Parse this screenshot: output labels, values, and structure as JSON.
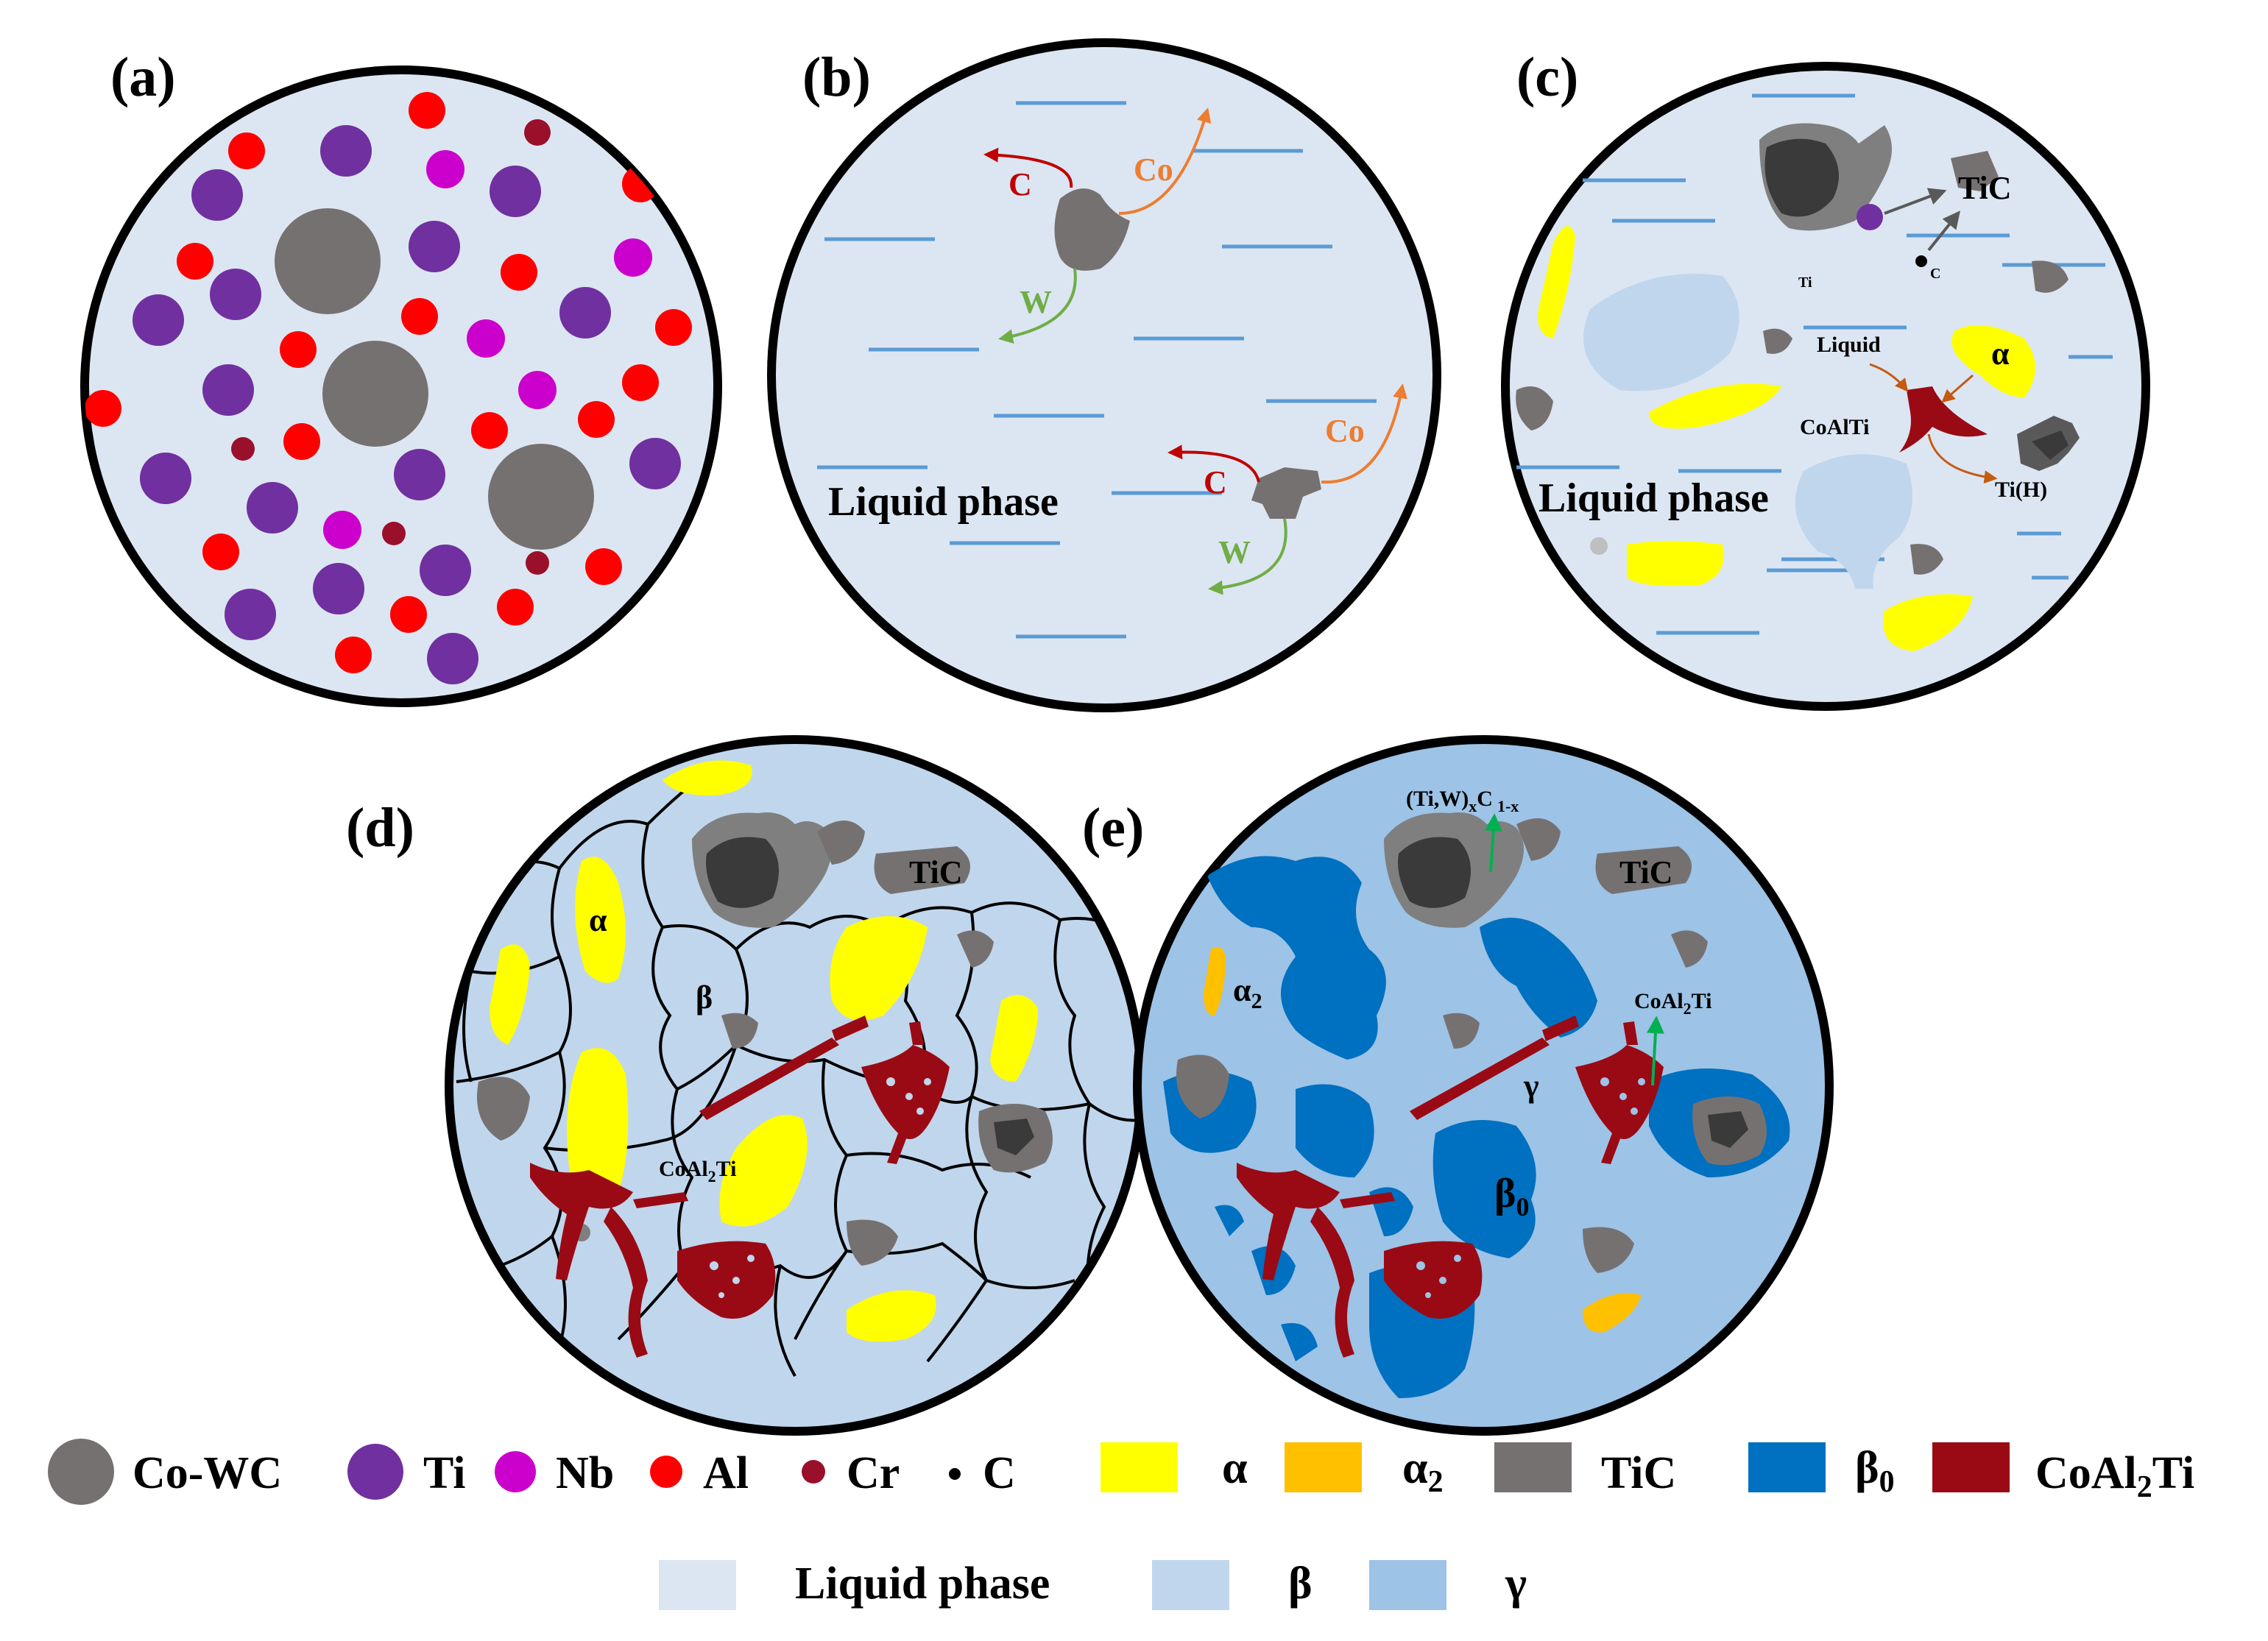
{
  "figure": {
    "panels": {
      "a": {
        "label": "(a)"
      },
      "b": {
        "label": "(b)",
        "liquid_phase": "Liquid phase",
        "arrow_c": "C",
        "arrow_co": "Co",
        "arrow_w": "W"
      },
      "c": {
        "label": "(c)",
        "liquid_phase": "Liquid phase",
        "tic": "TiC",
        "ti": "Ti",
        "c": "C",
        "liquid": "Liquid",
        "alpha": "α",
        "coalti": "CoAlTi",
        "tih": "Ti(H)"
      },
      "d": {
        "label": "(d)",
        "tic": "TiC",
        "alpha": "α",
        "beta": "β",
        "coal2ti_base": "CoAl",
        "coal2ti_sub": "2",
        "coal2ti_tail": "Ti"
      },
      "e": {
        "label": "(e)",
        "carbide_base": "(Ti,W)",
        "carbide_sub_x": "x",
        "carbide_c": "C",
        "carbide_sub_1x": "1-x",
        "tic": "TiC",
        "alpha2_base": "α",
        "alpha2_sub": "2",
        "coal2ti_base": "CoAl",
        "coal2ti_sub": "2",
        "coal2ti_tail": "Ti",
        "gamma": "γ",
        "beta0_base": "β",
        "beta0_sub": "0"
      }
    },
    "legend": {
      "co_wc": "Co-WC",
      "ti": "Ti",
      "nb": "Nb",
      "al": "Al",
      "cr": "Cr",
      "c": "C",
      "alpha": "α",
      "alpha2_base": "α",
      "alpha2_sub": "2",
      "tic": "TiC",
      "beta0_base": "β",
      "beta0_sub": "0",
      "coal2ti_base": "CoAl",
      "coal2ti_sub": "2",
      "coal2ti_tail": "Ti",
      "liquid_phase": "Liquid phase",
      "beta": "β",
      "gamma": "γ"
    },
    "colors": {
      "liquid": "#dce6f2",
      "beta_phase": "#c0d6ec",
      "gamma_phase": "#9dc3e6",
      "co_wc": "#767171",
      "ti": "#7030a0",
      "nb": "#cc00cc",
      "al": "#ff0000",
      "cr": "#9a0f2a",
      "c": "#000000",
      "alpha": "#ffff00",
      "alpha2": "#ffc000",
      "tic_outer": "#7f7f7f",
      "tic_inner": "#3a3a3a",
      "beta0": "#0070c0",
      "coal2ti": "#9a0a14",
      "liquid_lines": "#5b9bd5",
      "arrow_c": "#c00000",
      "arrow_co": "#ed7d31",
      "arrow_w": "#70ad47",
      "arrow_grey": "#595959",
      "arrow_green_e": "#00b050"
    }
  }
}
